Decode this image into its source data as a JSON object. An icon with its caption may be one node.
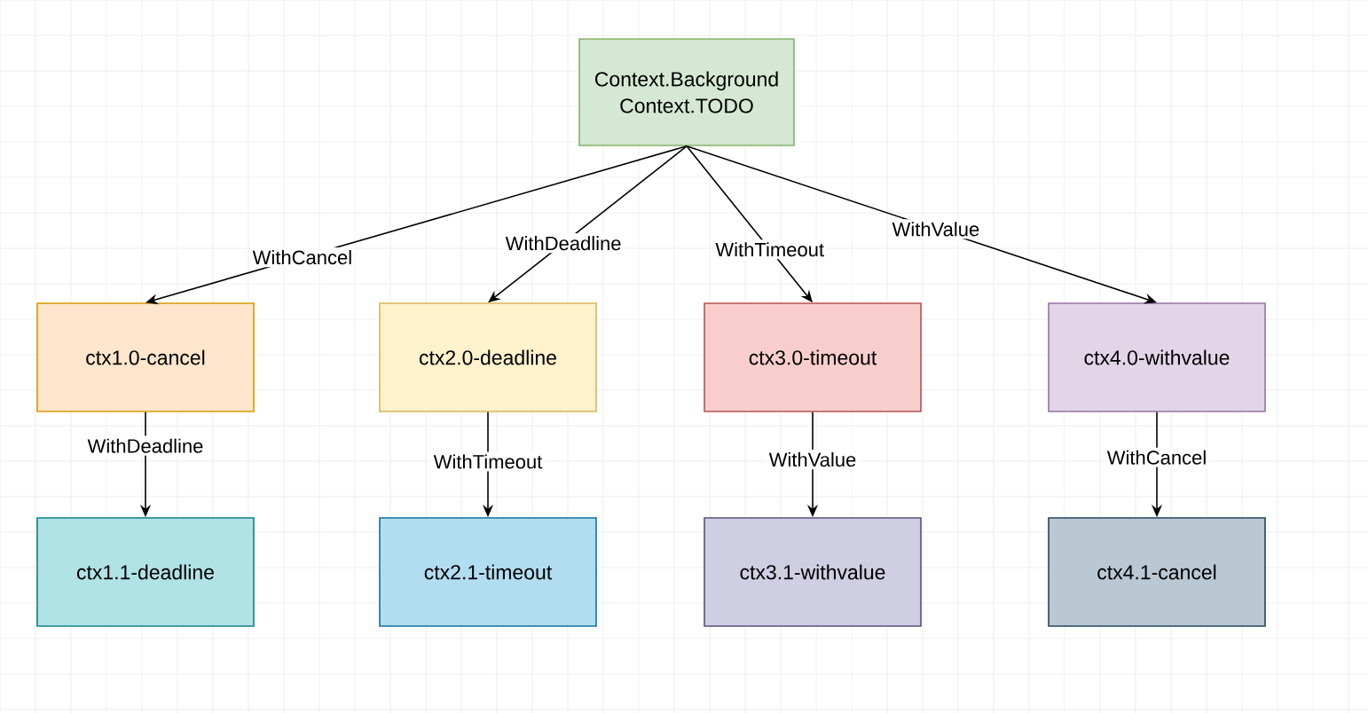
{
  "diagram": {
    "nodes": [
      {
        "text": [
          "Context.Background",
          "Context.TODO"
        ]
      },
      {
        "text": [
          "ctx1.0-cancel"
        ]
      },
      {
        "text": [
          "ctx2.0-deadline"
        ]
      },
      {
        "text": [
          "ctx3.0-timeout"
        ]
      },
      {
        "text": [
          "ctx4.0-withvalue"
        ]
      },
      {
        "text": [
          "ctx1.1-deadline"
        ]
      },
      {
        "text": [
          "ctx2.1-timeout"
        ]
      },
      {
        "text": [
          "ctx3.1-withvalue"
        ]
      },
      {
        "text": [
          "ctx4.1-cancel"
        ]
      }
    ],
    "edges": [
      {
        "from": 0,
        "to": 1,
        "arrow": "to",
        "label": "WithCancel"
      },
      {
        "from": 0,
        "to": 2,
        "arrow": "to",
        "label": "WithDeadline"
      },
      {
        "from": 0,
        "to": 3,
        "arrow": "to",
        "label": "WithTimeout"
      },
      {
        "from": 0,
        "to": 4,
        "arrow": "to",
        "label": "WithValue"
      },
      {
        "from": 1,
        "to": 5,
        "arrow": "to",
        "label": "WithDeadline"
      },
      {
        "from": 2,
        "to": 6,
        "arrow": "to",
        "label": "WithTimeout"
      },
      {
        "from": 3,
        "to": 7,
        "arrow": "to",
        "label": "WithValue"
      },
      {
        "from": 4,
        "to": 8,
        "arrow": "to",
        "label": "WithCancel"
      }
    ]
  }
}
